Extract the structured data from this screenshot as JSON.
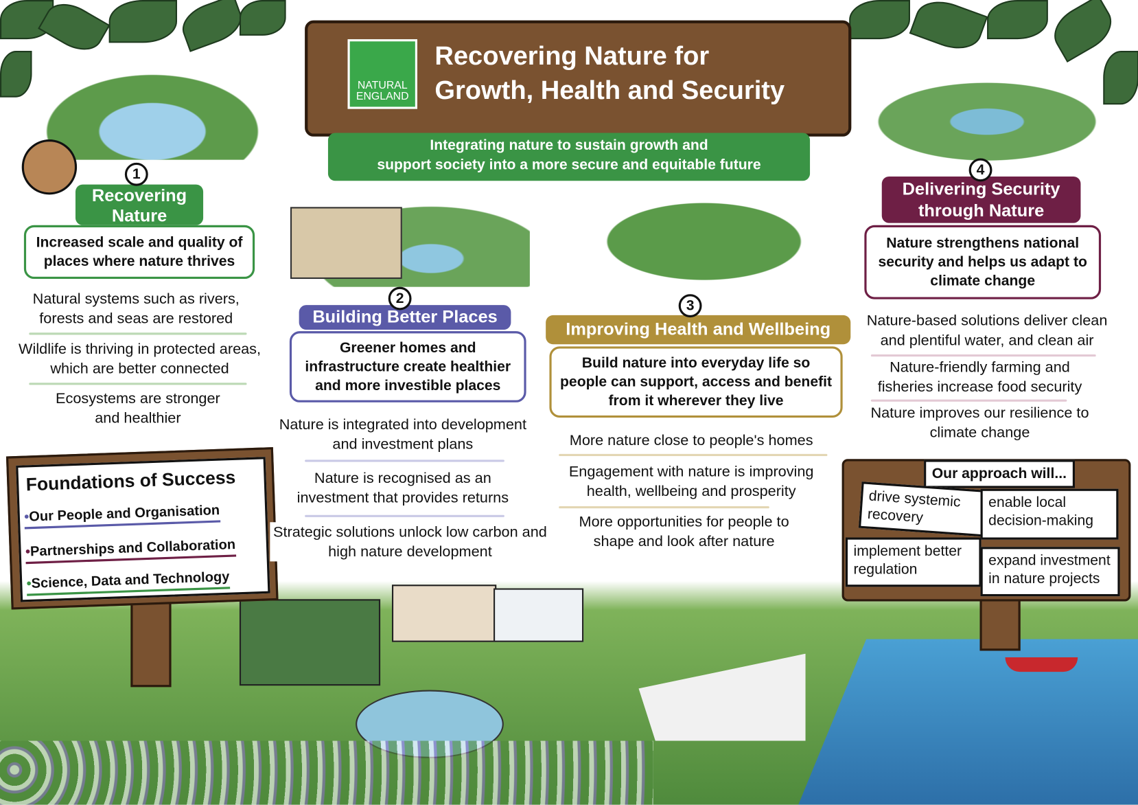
{
  "header": {
    "logo_text": "NATURAL ENGLAND",
    "title_line1": "Recovering Nature for",
    "title_line2": "Growth, Health and Security",
    "subtitle_line1": "Integrating nature to sustain growth and",
    "subtitle_line2": "support society into a more secure and equitable future"
  },
  "pillars": [
    {
      "number": "1",
      "title": "Recovering Nature",
      "summary": "Increased scale and quality of places where nature thrives",
      "items": [
        "Natural systems such as rivers, forests and seas are restored",
        "Wildlife is thriving in protected areas, which are better connected",
        "Ecosystems are stronger and healthier"
      ],
      "color": "#3a9445"
    },
    {
      "number": "2",
      "title": "Building Better Places",
      "summary": "Greener homes and infrastructure create healthier and more investible places",
      "items": [
        "Nature is integrated into development and investment plans",
        "Nature is recognised as an investment that provides returns",
        "Strategic solutions unlock low carbon and high nature development"
      ],
      "color": "#5a5aa8"
    },
    {
      "number": "3",
      "title": "Improving Health and Wellbeing",
      "summary": "Build nature into everyday life so people can support, access and benefit from it wherever they live",
      "items": [
        "More nature close to people's homes",
        "Engagement with nature is improving health, wellbeing and prosperity",
        "More opportunities for people to shape and look after nature"
      ],
      "color": "#b0903a"
    },
    {
      "number": "4",
      "title": "Delivering Security through Nature",
      "summary": "Nature strengthens national security and helps us adapt to climate change",
      "items": [
        "Nature-based solutions deliver clean and plentiful water, and clean air",
        "Nature-friendly farming and fisheries increase food security",
        "Nature improves our resilience to climate change"
      ],
      "color": "#6e1f45"
    }
  ],
  "foundations": {
    "title": "Foundations of Success",
    "items": [
      "Our People and Organisation",
      "Partnerships and Collaboration",
      "Science, Data and Technology"
    ]
  },
  "approach": {
    "title": "Our approach will...",
    "items": [
      "drive systemic recovery",
      "enable local decision-making",
      "implement better regulation",
      "expand investment in nature projects"
    ]
  },
  "colors": {
    "wood": "#7a5230",
    "green": "#3a9445",
    "sea": "#3d8fc4"
  }
}
